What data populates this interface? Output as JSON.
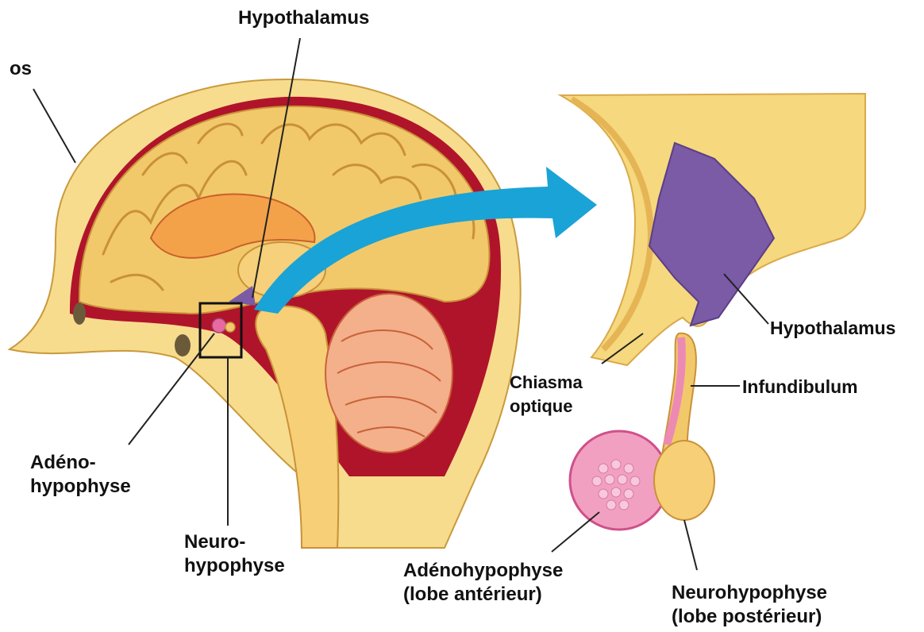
{
  "labels": {
    "bone": "os",
    "hypothalamus_top": "Hypothalamus",
    "adeno_left_line1": "Adéno-",
    "adeno_left_line2": "hypophyse",
    "neuro_left_line1": "Neuro-",
    "neuro_left_line2": "hypophyse",
    "chiasma_line1": "Chiasma",
    "chiasma_line2": "optique",
    "hypothalamus_right": "Hypothalamus",
    "infundibulum": "Infundibulum",
    "adeno_right_line1": "Adénohypophyse",
    "adeno_right_line2": "(lobe antérieur)",
    "neuro_right_line1": "Neurohypophyse",
    "neuro_right_line2": "(lobe postérieur)"
  },
  "colors": {
    "skull_bone": "#f7dc8e",
    "dura_red": "#b0142a",
    "brain_yellow": "#f2c96a",
    "gyri_outline": "#c9913a",
    "corpus_orange": "#f3a24a",
    "cerebellum_pink": "#f3b08a",
    "hypothalamus_purple": "#7b5aa6",
    "pituitary_pink": "#e86aa2",
    "arrow_blue": "#1aa3d6",
    "leader_line": "#222222"
  }
}
